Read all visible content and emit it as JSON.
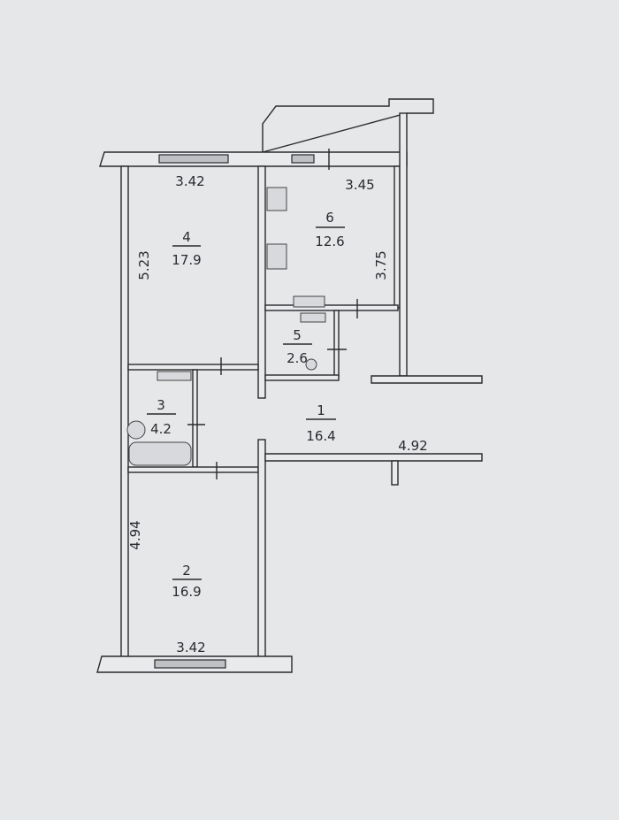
{
  "plan": {
    "rooms": [
      {
        "number": "1",
        "area": "16.4"
      },
      {
        "number": "2",
        "area": "16.9"
      },
      {
        "number": "3",
        "area": "4.2"
      },
      {
        "number": "4",
        "area": "17.9"
      },
      {
        "number": "5",
        "area": "2.6"
      },
      {
        "number": "6",
        "area": "12.6"
      }
    ],
    "dimensions": {
      "room4_width": "3.42",
      "room4_length": "5.23",
      "room6_width": "3.45",
      "room6_length": "3.75",
      "corridor_length": "4.92",
      "room2_length": "4.94",
      "room2_width": "3.42"
    }
  }
}
